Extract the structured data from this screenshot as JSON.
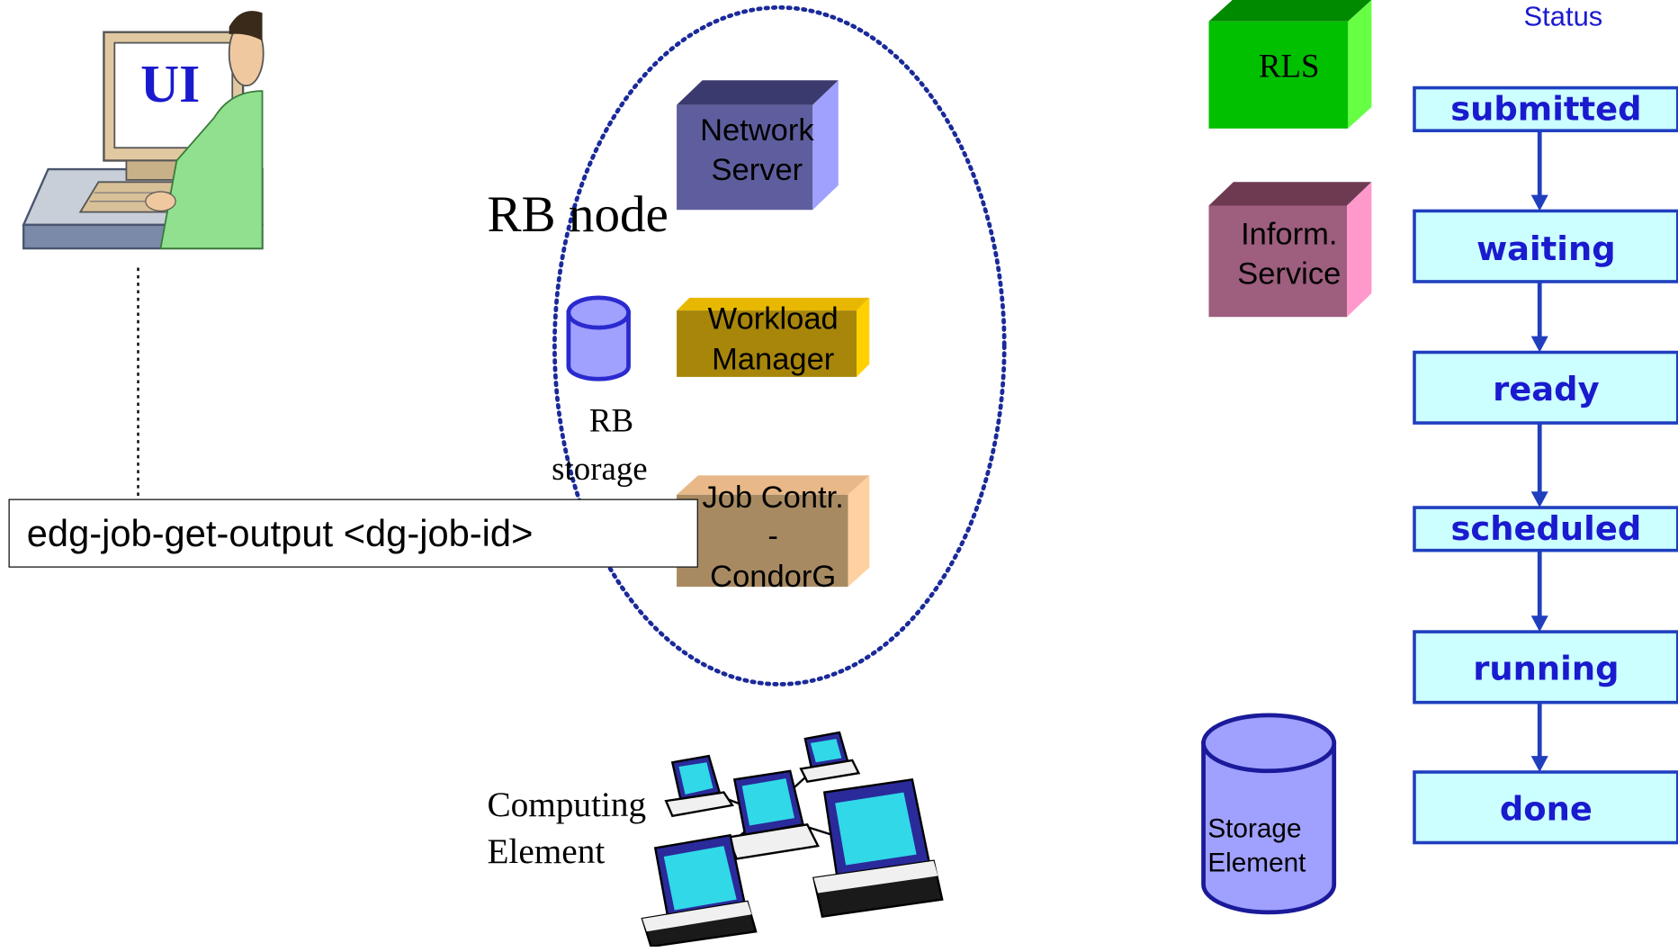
{
  "ui_label": "UI",
  "command": "edg-job-get-output <dg-job-id>",
  "rb_node": {
    "label": "RB node",
    "network_server": [
      "Network",
      "Server"
    ],
    "workload_manager": [
      "Workload",
      "Manager"
    ],
    "job_controller": [
      "Job Contr.",
      "-",
      "CondorG"
    ],
    "rb_storage": [
      "RB",
      "storage"
    ]
  },
  "computing_element": [
    "Computing",
    "Element"
  ],
  "rls": "RLS",
  "information_service": [
    "Inform.",
    "Service"
  ],
  "storage_element": [
    "Storage",
    "Element"
  ],
  "status": {
    "title": "Status",
    "states": [
      "submitted",
      "waiting",
      "ready",
      "scheduled",
      "running",
      "done"
    ]
  },
  "colors": {
    "network_server": "#5e5e9e",
    "workload_manager": "#a8860a",
    "job_controller": "#a88a62",
    "rls": "#00c000",
    "information_service": "#9e5e7e",
    "storage": "#a0a0ff",
    "status_box": "#ccffff",
    "status_border": "#1f3fbf",
    "status_text": "#1a1acf",
    "ellipse": "#1a2a9a"
  }
}
